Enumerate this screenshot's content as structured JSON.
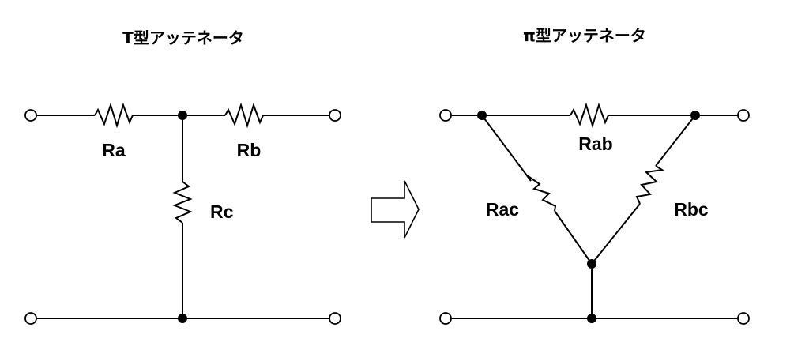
{
  "t_network": {
    "title": "T型アッテネータ",
    "resistors": {
      "a": "Ra",
      "b": "Rb",
      "c": "Rc"
    }
  },
  "pi_network": {
    "title": "π型アッテネータ",
    "resistors": {
      "ab": "Rab",
      "ac": "Rac",
      "bc": "Rbc"
    }
  },
  "conversion_arrow": "right-hollow-arrow"
}
